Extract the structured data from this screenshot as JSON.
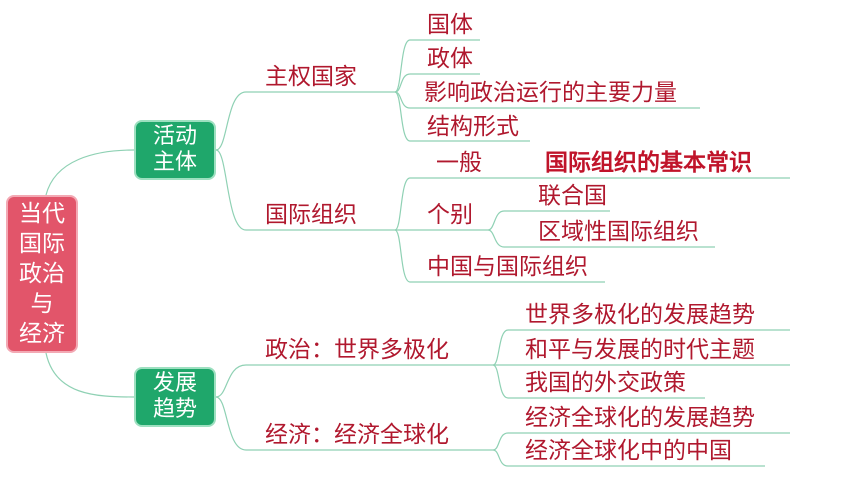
{
  "root": "当代\n国际\n政治\n与\n经济",
  "actors": {
    "label": "活动\n主体",
    "sovereign_state": {
      "label": "主权国家",
      "items": [
        "国体",
        "政体",
        "影响政治运行的主要力量",
        "结构形式"
      ]
    },
    "intl_org": {
      "label": "国际组织",
      "general": {
        "label": "一般",
        "detail": "国际组织的基本常识"
      },
      "individual": {
        "label": "个别",
        "items": [
          "联合国",
          "区域性国际组织"
        ]
      },
      "china": "中国与国际组织"
    }
  },
  "trends": {
    "label": "发展\n趋势",
    "politics": {
      "label": "政治：世界多极化",
      "items": [
        "世界多极化的发展趋势",
        "和平与发展的时代主题",
        "我国的外交政策"
      ]
    },
    "economy": {
      "label": "经济：经济全球化",
      "items": [
        "经济全球化的发展趋势",
        "经济全球化中的中国"
      ]
    }
  },
  "colors": {
    "root_fill": "#e2556a",
    "category_fill": "#1fa76b",
    "text": "#b0182e",
    "connector": "#8fd1b4"
  }
}
